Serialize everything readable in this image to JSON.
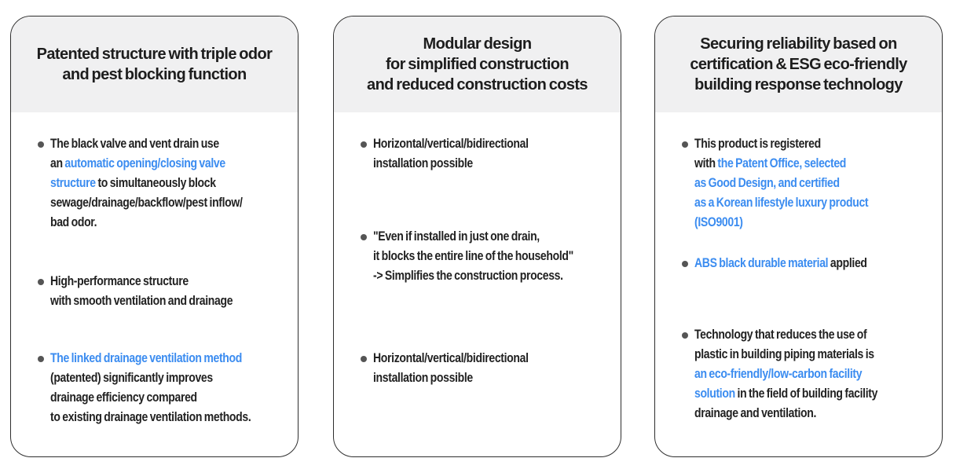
{
  "palette": {
    "accent_blue": "#3b8cf0",
    "header_bg": "#f0f0f1",
    "card_border": "#2e2e2e",
    "text_dark": "#222222",
    "bullet_gray": "#555555"
  },
  "cards": [
    {
      "id": "patented-structure",
      "header": "Patented structure with triple odor\nand pest blocking function",
      "bullets": [
        [
          {
            "t": "The black valve and vent drain use\nan "
          },
          {
            "t": "automatic opening/closing valve\nstructure",
            "c": "blue"
          },
          {
            "t": " to simultaneously block\nsewage/drainage/backflow/pest inflow/\nbad odor."
          }
        ],
        [
          {
            "t": "High-performance structure\nwith smooth ventilation and drainage"
          }
        ],
        [
          {
            "t": "The linked drainage ventilation method",
            "c": "blue"
          },
          {
            "t": "\n(patented) significantly improves\ndrainage efficiency compared\nto existing drainage ventilation methods."
          }
        ]
      ]
    },
    {
      "id": "modular-design",
      "header": "Modular design\nfor simplified construction\nand reduced construction costs",
      "bullets": [
        [
          {
            "t": "Horizontal/vertical/bidirectional\ninstallation possible"
          }
        ],
        [
          {
            "t": "\"Even if installed in just one drain,\nit blocks the entire line of the household\"\n-> Simplifies the construction process."
          }
        ],
        [
          {
            "t": "Horizontal/vertical/bidirectional\ninstallation possible"
          }
        ]
      ]
    },
    {
      "id": "securing-reliability",
      "header": "Securing reliability based on\ncertification & ESG eco-friendly\nbuilding response technology",
      "bullets": [
        [
          {
            "t": "This product is registered\nwith "
          },
          {
            "t": "the Patent Office, selected\nas Good Design, and certified\nas a Korean lifestyle luxury product\n(ISO9001)",
            "c": "blue"
          }
        ],
        [
          {
            "t": "ABS black durable material",
            "c": "blue"
          },
          {
            "t": " applied"
          }
        ],
        [
          {
            "t": "Technology that reduces the use of\nplastic in building piping materials is\n"
          },
          {
            "t": "an eco-friendly/low-carbon facility\nsolution",
            "c": "blue"
          },
          {
            "t": " in the field of building facility\ndrainage and ventilation."
          }
        ]
      ]
    }
  ]
}
